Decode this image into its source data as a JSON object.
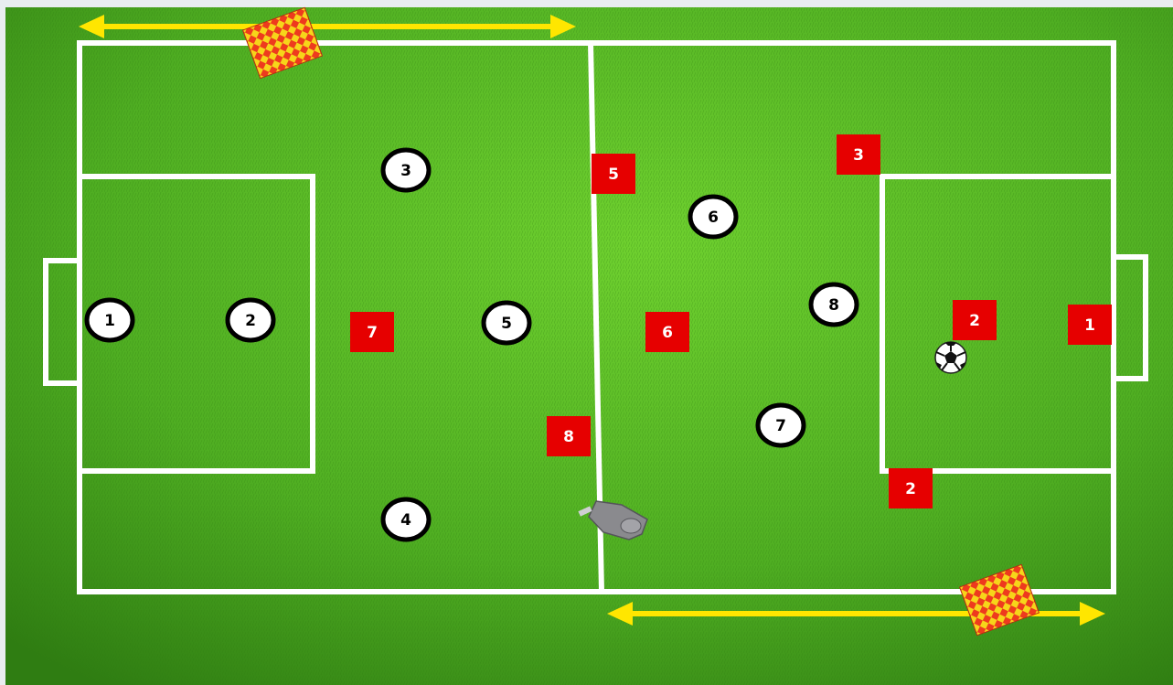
{
  "diagram": {
    "colors": {
      "grass_light": "#63c62a",
      "grass_dark": "#3a8f17",
      "lines": "#ffffff",
      "team_a_fill": "#ffffff",
      "team_a_outline": "#000000",
      "team_b_fill": "#e60000",
      "team_b_text": "#ffffff",
      "arrow": "#ffe600",
      "flag_red": "#ee3a1e",
      "flag_yellow": "#f6d51a"
    },
    "team_circles": [
      {
        "label": "1"
      },
      {
        "label": "2"
      },
      {
        "label": "3"
      },
      {
        "label": "4"
      },
      {
        "label": "5"
      },
      {
        "label": "6"
      },
      {
        "label": "7"
      },
      {
        "label": "8"
      }
    ],
    "team_squares": [
      {
        "label": "1"
      },
      {
        "label": "2"
      },
      {
        "label": "2"
      },
      {
        "label": "3"
      },
      {
        "label": "5"
      },
      {
        "label": "6"
      },
      {
        "label": "7"
      },
      {
        "label": "8"
      }
    ],
    "icons": [
      "soccer-ball-icon",
      "whistle-icon",
      "linesman-flag-icon",
      "double-arrow-icon"
    ]
  }
}
